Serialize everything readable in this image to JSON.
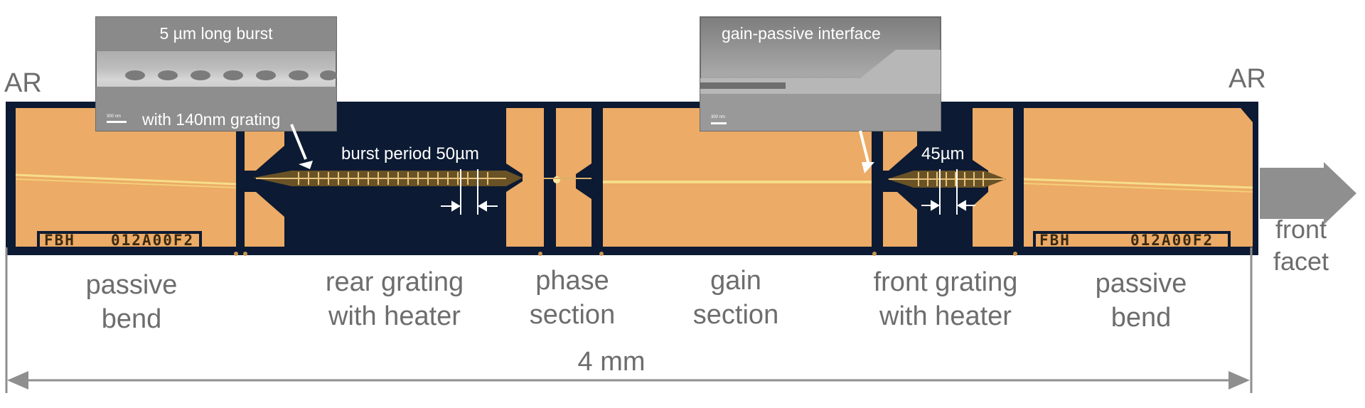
{
  "facets": {
    "left": "AR",
    "right": "AR",
    "front": [
      "front",
      "facet"
    ]
  },
  "sections": [
    {
      "lines": [
        "passive",
        "bend"
      ]
    },
    {
      "lines": [
        "rear grating",
        "with heater"
      ]
    },
    {
      "lines": [
        "phase",
        "section"
      ]
    },
    {
      "lines": [
        "gain",
        "section"
      ]
    },
    {
      "lines": [
        "front grating",
        "with heater"
      ]
    },
    {
      "lines": [
        "passive",
        "bend"
      ]
    }
  ],
  "length": "4 mm",
  "annotations": {
    "burst_period": "burst period 50µm",
    "front_period": "45µm"
  },
  "chip_marks": [
    "FBH",
    "012A00F2",
    "FBH",
    "012A00F2"
  ],
  "inset_rear": {
    "title": "5 µm long burst",
    "caption": "with 140nm grating",
    "scale": "300 nm"
  },
  "inset_front": {
    "title": "gain-passive interface",
    "scale": "300 nm"
  },
  "colors": {
    "gold": "#ecab66",
    "dark": "#0c1a33",
    "label": "#6d6d6d",
    "arrow": "#8f8f8f"
  }
}
